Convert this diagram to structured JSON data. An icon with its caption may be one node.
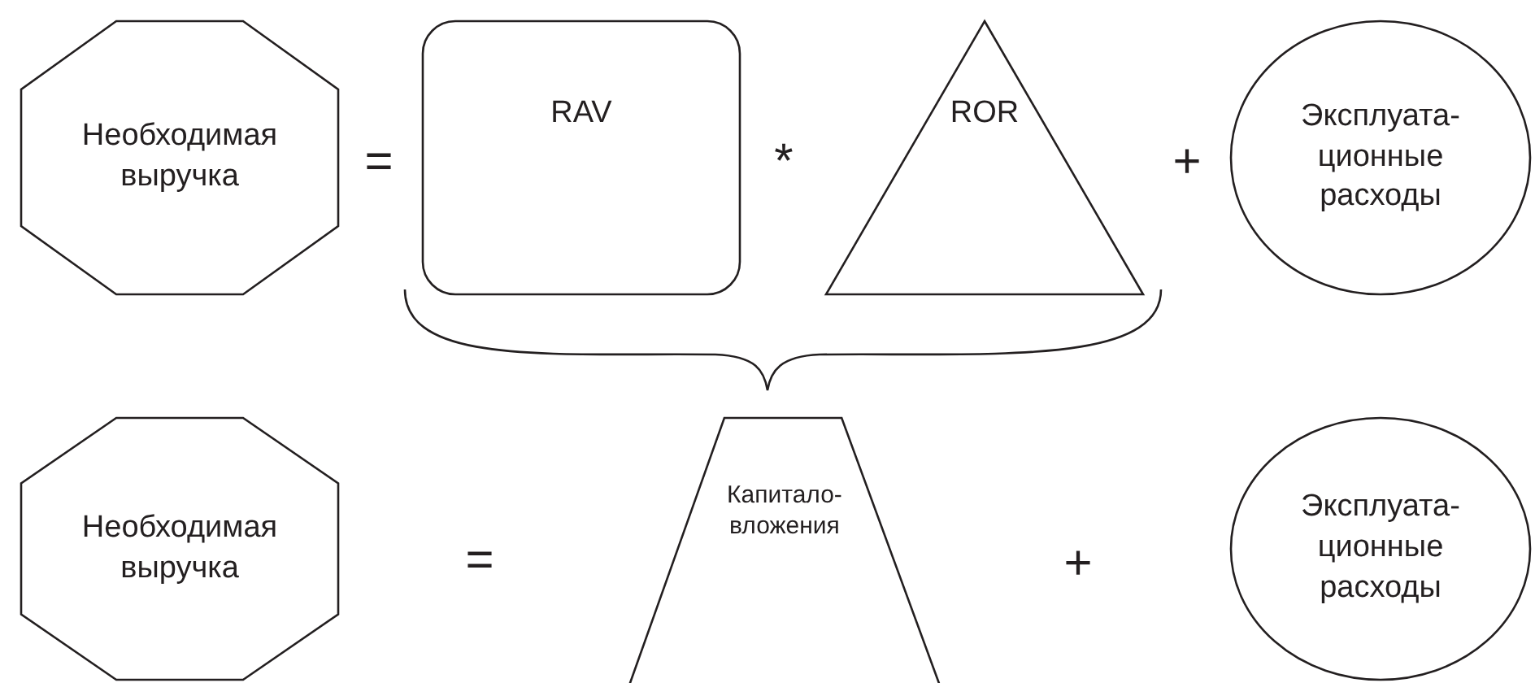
{
  "diagram": {
    "nodes": [
      {
        "text": [
          "Необходимая выручка"
        ]
      },
      {
        "text": [
          "RAV"
        ]
      },
      {
        "text": [
          "ROR"
        ]
      },
      {
        "text": [
          "Эксплуата-ционные расходы"
        ]
      },
      {
        "text": [
          "Необходимая выручка"
        ]
      },
      {
        "text": [
          "Капитало-вложения"
        ]
      },
      {
        "text": [
          "Эксплуата-ционные расходы"
        ]
      }
    ],
    "labels": [
      "=",
      "*",
      "+",
      "=",
      "+"
    ]
  }
}
